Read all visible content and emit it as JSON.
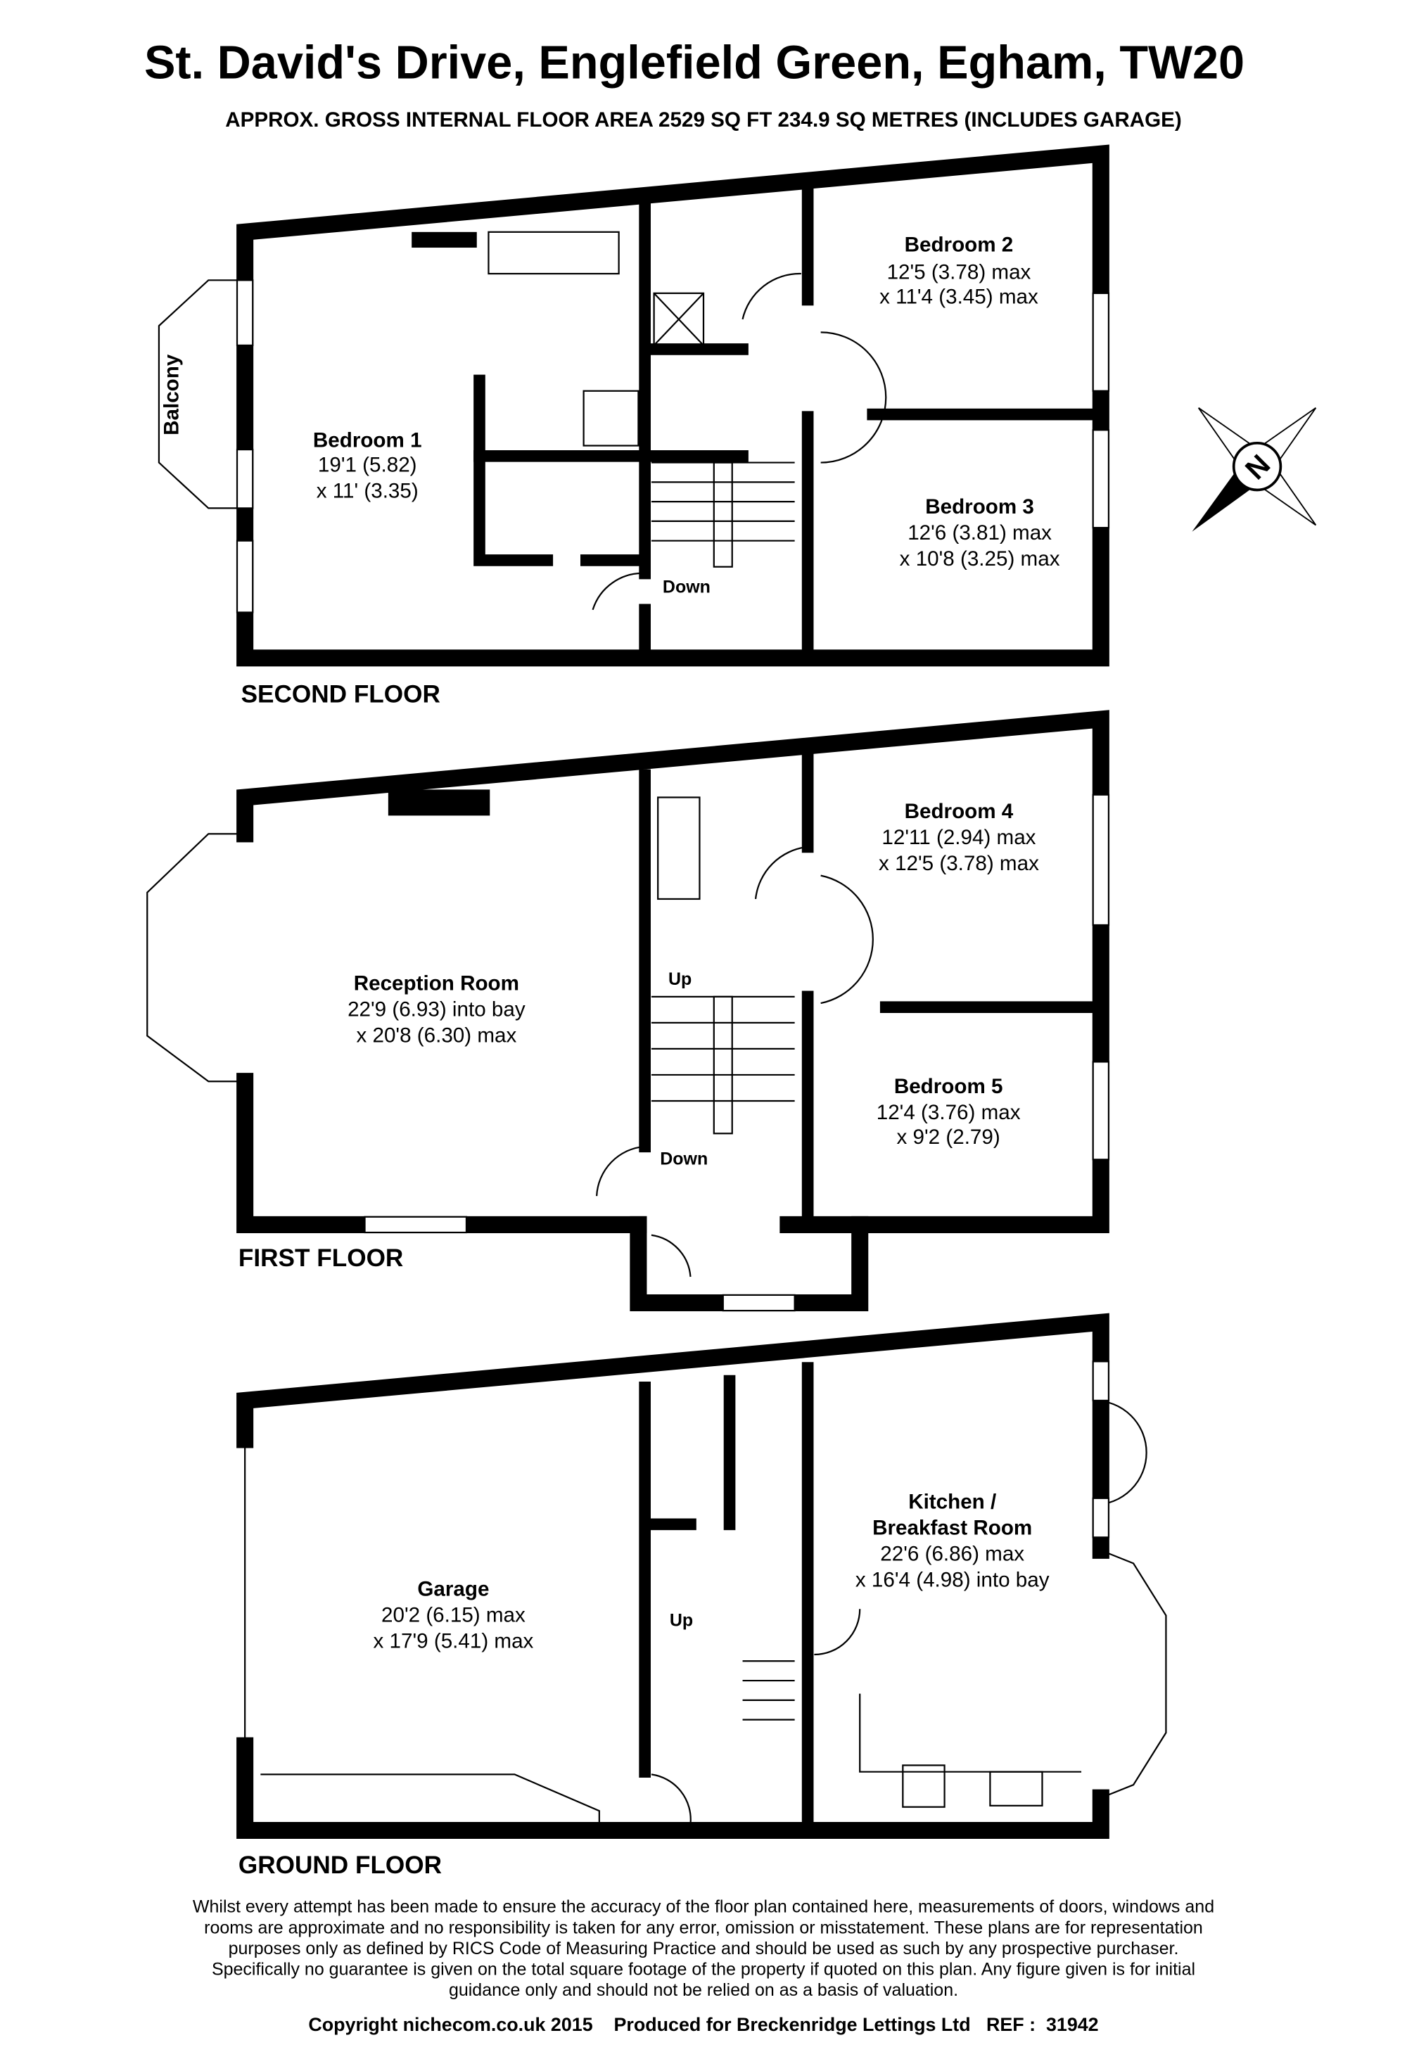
{
  "header": {
    "title": "St. David's Drive, Englefield Green, Egham, TW20",
    "subtitle": "APPROX. GROSS INTERNAL FLOOR AREA 2529 SQ FT 234.9 SQ METRES (INCLUDES GARAGE)"
  },
  "floors": {
    "second": {
      "label": "SECOND FLOOR",
      "balcony": "Balcony",
      "stairs": "Down",
      "rooms": [
        {
          "name": "Bedroom 1",
          "dim1": "19'1 (5.82)",
          "dim2": "x 11' (3.35)"
        },
        {
          "name": "Bedroom 2",
          "dim1": "12'5 (3.78) max",
          "dim2": "x 11'4 (3.45) max"
        },
        {
          "name": "Bedroom 3",
          "dim1": "12'6 (3.81) max",
          "dim2": "x 10'8 (3.25) max"
        }
      ]
    },
    "first": {
      "label": "FIRST FLOOR",
      "stairs_up": "Up",
      "stairs_down": "Down",
      "rooms": [
        {
          "name": "Reception Room",
          "dim1": "22'9 (6.93) into bay",
          "dim2": "x 20'8 (6.30) max"
        },
        {
          "name": "Bedroom 4",
          "dim1": "12'11 (2.94) max",
          "dim2": "x 12'5 (3.78) max"
        },
        {
          "name": "Bedroom 5",
          "dim1": "12'4 (3.76) max",
          "dim2": "x 9'2 (2.79)"
        }
      ]
    },
    "ground": {
      "label": "GROUND FLOOR",
      "stairs_up": "Up",
      "rooms": [
        {
          "name": "Garage",
          "dim1": "20'2 (6.15) max",
          "dim2": "x 17'9 (5.41) max"
        },
        {
          "name": "Kitchen /",
          "name2": "Breakfast Room",
          "dim1": "22'6 (6.86) max",
          "dim2": "x 16'4 (4.98) into bay"
        }
      ]
    }
  },
  "compass": {
    "label": "N",
    "icon": "north-compass-icon"
  },
  "footer": {
    "disclaimer": [
      "Whilst every attempt has been made to ensure the accuracy of the floor plan contained here, measurements of doors, windows and",
      "rooms are approximate and no responsibility is taken for any error, omission or misstatement. These plans are for representation",
      "purposes only as defined by RICS Code of Measuring Practice and should be used as such by any prospective purchaser.",
      "Specifically no guarantee is given on the total square footage of the property if quoted on this plan. Any figure given is for initial",
      "guidance only and should not be relied on as a basis of valuation."
    ],
    "copyright": "Copyright nichecom.co.uk 2015    Produced for Breckenridge Lettings Ltd   REF :  31942"
  }
}
